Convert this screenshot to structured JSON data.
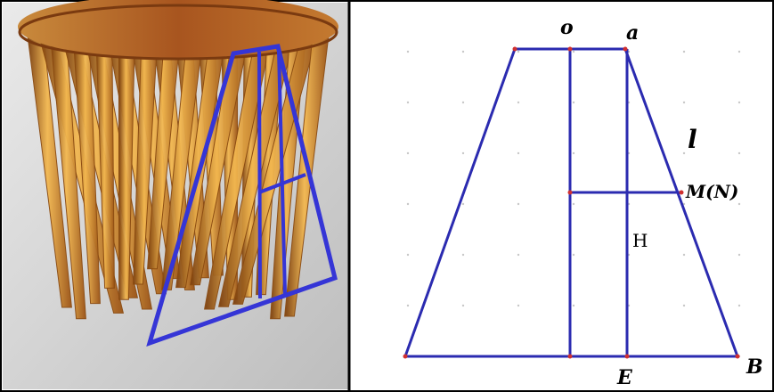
{
  "colors": {
    "line": "#2b2bb0",
    "overlay": "#3535d6",
    "grid_dot": "#c8c8c8",
    "point": "#d03030",
    "wood_dark": "#8a4a10",
    "wood_light": "#f2b24a",
    "wood_top": "#b86a22"
  },
  "left_panel": {
    "image": "wooden-stool-photo"
  },
  "right_panel": {
    "labels": {
      "o": "o",
      "a": "a",
      "l": "l",
      "mn": "M(N)",
      "h": "H",
      "e": "E",
      "b": "B"
    }
  }
}
